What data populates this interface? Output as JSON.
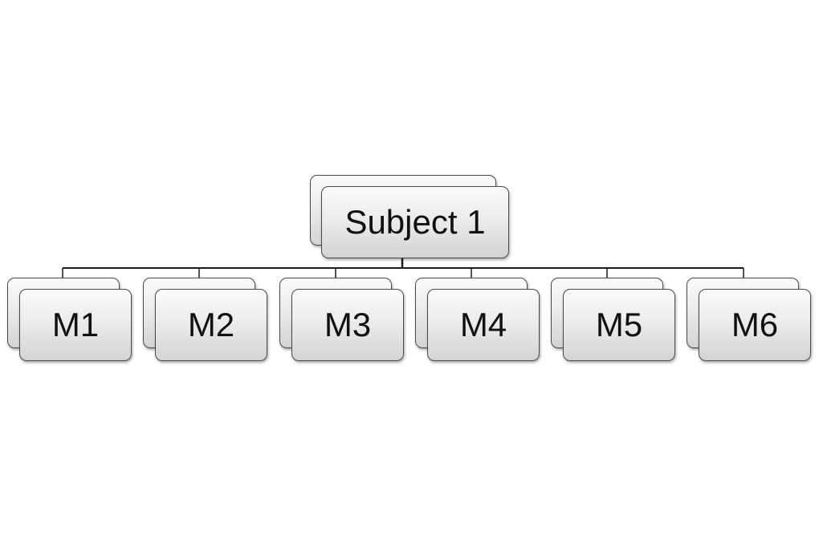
{
  "diagram": {
    "root": {
      "label": "Subject 1"
    },
    "children": [
      {
        "label": "M1"
      },
      {
        "label": "M2"
      },
      {
        "label": "M3"
      },
      {
        "label": "M4"
      },
      {
        "label": "M5"
      },
      {
        "label": "M6"
      }
    ],
    "colors": {
      "line": "#1a1a1a",
      "card_border": "#4a4a4a",
      "card_fill_top": "#fbfbfb",
      "card_fill_bottom": "#d4d4d4"
    }
  }
}
